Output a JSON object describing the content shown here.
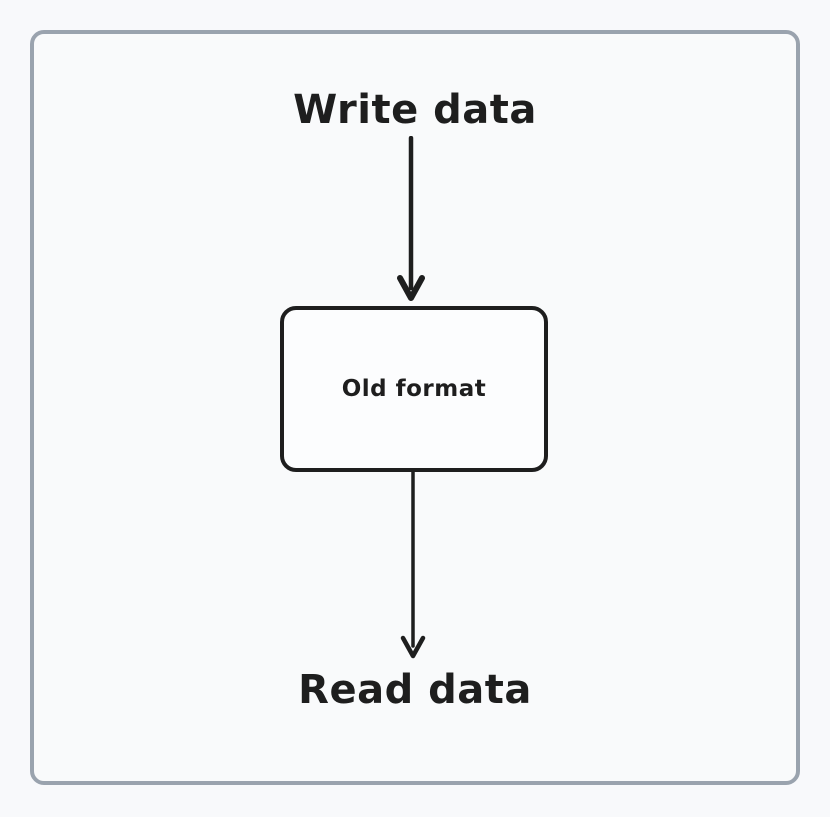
{
  "diagram": {
    "title": "data-format-compatibility-flow",
    "top_label": "Write data",
    "node": {
      "label": "Old format",
      "shape": "rounded-rectangle"
    },
    "bottom_label": "Read data",
    "connectors": [
      {
        "name": "arrow-from-write-to-box",
        "direction": "down",
        "from": "Write data",
        "to": "Old format"
      },
      {
        "name": "arrow-from-box-to-read",
        "direction": "down",
        "from": "Old format",
        "to": "Read data"
      }
    ]
  },
  "colors": {
    "background": "#f8f9fb",
    "frame_border": "#9aa3ae",
    "stroke": "#1e1e1e",
    "text": "#1e1e1e",
    "box_fill": "#fcfdfe"
  },
  "icons": {
    "arrow_down": "↓"
  }
}
